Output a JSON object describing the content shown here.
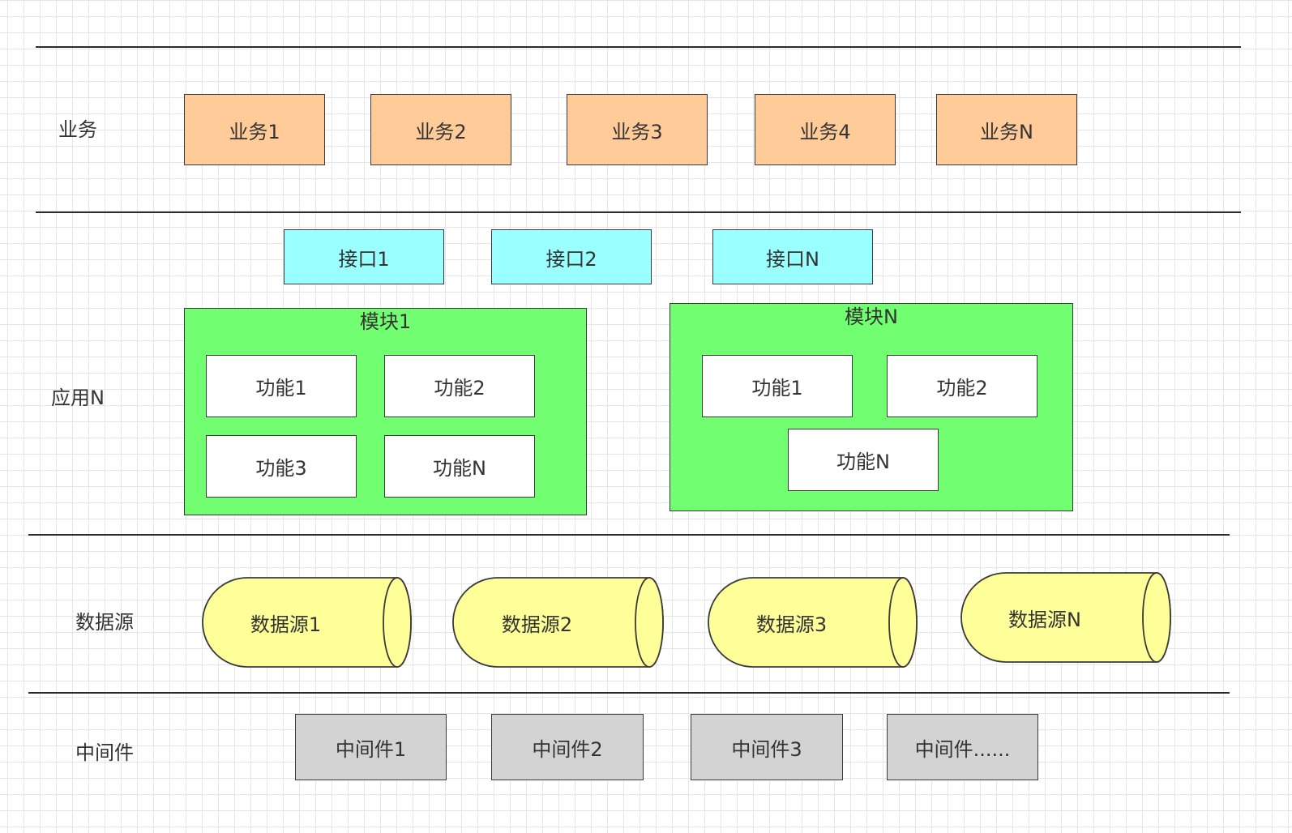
{
  "layers": {
    "business": "业务",
    "application": "应用N",
    "datasource": "数据源",
    "middleware": "中间件"
  },
  "business_items": [
    "业务1",
    "业务2",
    "业务3",
    "业务4",
    "业务N"
  ],
  "interfaces": [
    "接口1",
    "接口2",
    "接口N"
  ],
  "modules": [
    {
      "title": "模块1",
      "functions": [
        "功能1",
        "功能2",
        "功能3",
        "功能N"
      ]
    },
    {
      "title": "模块N",
      "functions": [
        "功能1",
        "功能2",
        "功能N"
      ]
    }
  ],
  "datasources": [
    "数据源1",
    "数据源2",
    "数据源3",
    "数据源N"
  ],
  "middleware_items": [
    "中间件1",
    "中间件2",
    "中间件3",
    "中间件......"
  ],
  "colors": {
    "business_fill": "#ffcc99",
    "interface_fill": "#99ffff",
    "module_fill": "#71ff71",
    "function_fill": "#ffffff",
    "datasource_fill": "#ffff99",
    "middleware_fill": "#d3d3d3"
  }
}
